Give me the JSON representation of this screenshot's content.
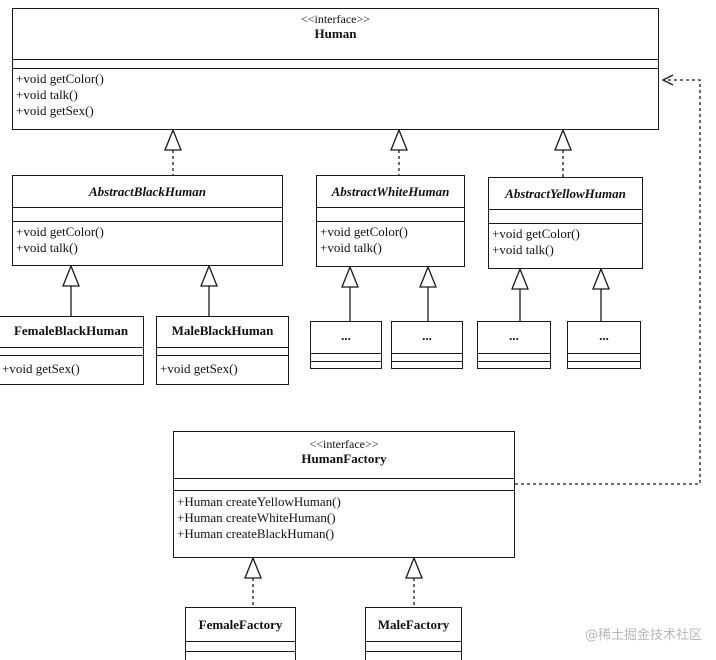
{
  "human": {
    "stereotype": "<<interface>>",
    "name": "Human",
    "operations": [
      "+void getColor()",
      "+void talk()",
      "+void getSex()"
    ]
  },
  "abstract_black": {
    "name": "AbstractBlackHuman",
    "operations": [
      "+void getColor()",
      "+void talk()"
    ]
  },
  "abstract_white": {
    "name": "AbstractWhiteHuman",
    "operations": [
      "+void getColor()",
      "+void talk()"
    ]
  },
  "abstract_yellow": {
    "name": "AbstractYellowHuman",
    "operations": [
      "+void getColor()",
      "+void talk()"
    ]
  },
  "female_black": {
    "name": "FemaleBlackHuman",
    "operations": [
      "+void getSex()"
    ]
  },
  "male_black": {
    "name": "MaleBlackHuman",
    "operations": [
      "+void getSex()"
    ]
  },
  "ellipsis_boxes": [
    "...",
    "...",
    "...",
    "..."
  ],
  "human_factory": {
    "stereotype": "<<interface>>",
    "name": "HumanFactory",
    "operations": [
      "+Human createYellowHuman()",
      "+Human createWhiteHuman()",
      "+Human createBlackHuman()"
    ]
  },
  "female_factory": {
    "name": "FemaleFactory"
  },
  "male_factory": {
    "name": "MaleFactory"
  },
  "watermark": "@稀土掘金技术社区"
}
